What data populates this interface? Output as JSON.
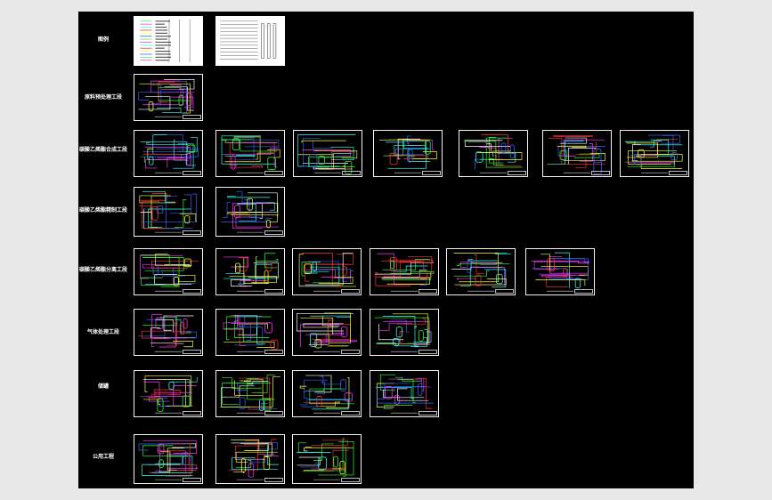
{
  "rows": [
    {
      "label": "图例"
    },
    {
      "label": "原料预处理工段"
    },
    {
      "label": "碳酸乙烯酯合成工段"
    },
    {
      "label": "碳酸乙烯酯精制工段"
    },
    {
      "label": "碳酸乙烯酯分离工段"
    },
    {
      "label": "气体处理工段"
    },
    {
      "label": "储罐"
    },
    {
      "label": "公用工程"
    }
  ],
  "colors": {
    "background": "#000000",
    "frame": "#f2f2f2",
    "line_green": "#33ff33",
    "line_magenta": "#ff33ff",
    "line_cyan": "#33ffff",
    "line_red": "#ff3333",
    "line_yellow": "#ffff33",
    "line_blue": "#3366ff",
    "line_white": "#ffffff"
  }
}
